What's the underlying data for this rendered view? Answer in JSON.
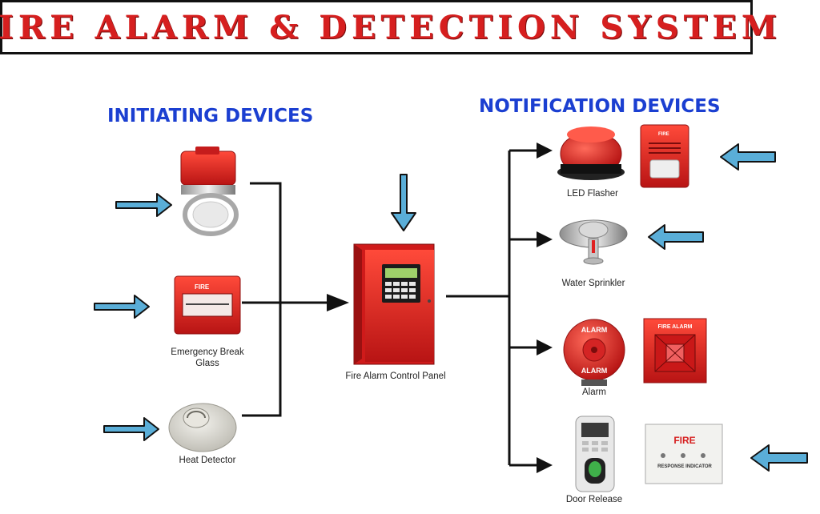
{
  "title": "FIRE ALARM & DETECTION SYSTEM",
  "headings": {
    "initiating": "INITIATING DEVICES",
    "notification": "NOTIFICATION DEVICES"
  },
  "captions": {
    "break_glass_1": "Emergency Break",
    "break_glass_2": "Glass",
    "heat_detector": "Heat Detector",
    "panel": "Fire Alarm Control Panel",
    "led_flasher": "LED Flasher",
    "water_sprinkler": "Water Sprinkler",
    "alarm": "Alarm",
    "door_release": "Door Release"
  },
  "device_text": {
    "fire": "FIRE",
    "fire_alarm": "FIRE ALARM",
    "alarm_bell": "ALARM",
    "response_indicator": "RESPONSE INDICATOR"
  },
  "colors": {
    "title": "#d61f1f",
    "heading": "#1b3fd1",
    "arrow_blue": "#5aaed8",
    "device_red": "#e32626",
    "line": "#111111"
  }
}
